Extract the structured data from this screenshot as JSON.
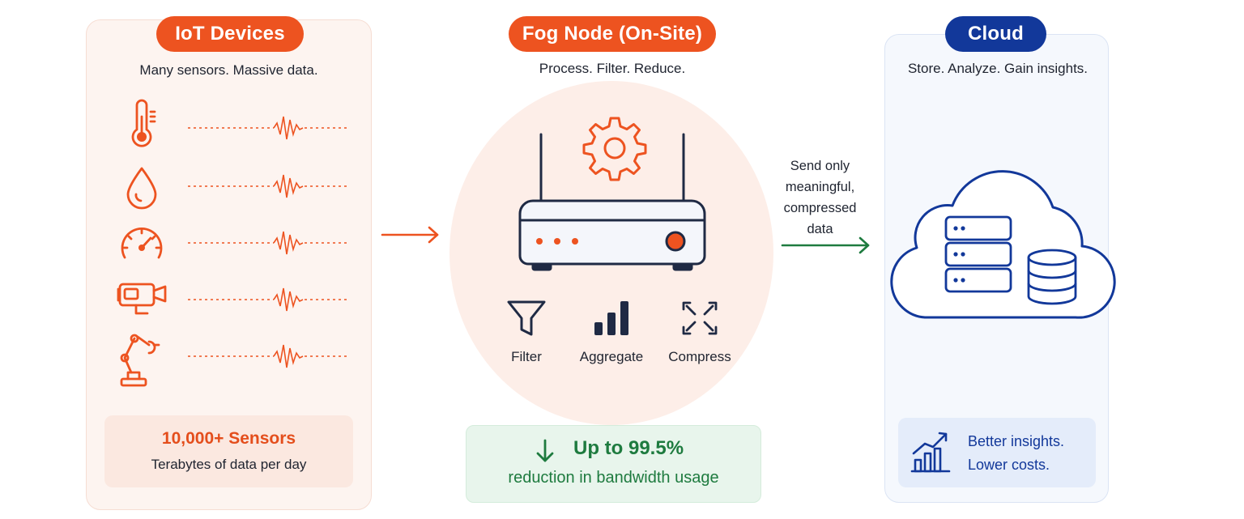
{
  "iot": {
    "title": "IoT Devices",
    "subtitle": "Many sensors. Massive data.",
    "sensors": [
      "thermometer-icon",
      "water-drop-icon",
      "gauge-icon",
      "camera-icon",
      "robotic-arm-icon"
    ],
    "stat_title": "10,000+ Sensors",
    "stat_desc": "Terabytes of data per day"
  },
  "fog": {
    "title": "Fog Node (On-Site)",
    "subtitle": "Process. Filter. Reduce.",
    "operations": [
      {
        "label": "Filter",
        "icon": "funnel-icon"
      },
      {
        "label": "Aggregate",
        "icon": "bar-chart-icon"
      },
      {
        "label": "Compress",
        "icon": "compress-arrows-icon"
      }
    ],
    "reduction_title": "Up to 99.5%",
    "reduction_desc": "reduction in bandwidth usage"
  },
  "transfer": {
    "lines": [
      "Send only",
      "meaningful,",
      "compressed",
      "data"
    ]
  },
  "cloud": {
    "title": "Cloud",
    "subtitle": "Store. Analyze. Gain insights.",
    "insight_1": "Better insights.",
    "insight_2": "Lower costs."
  },
  "colors": {
    "orange": "#ed5320",
    "navy": "#12389a",
    "green": "#1e7b3f"
  }
}
